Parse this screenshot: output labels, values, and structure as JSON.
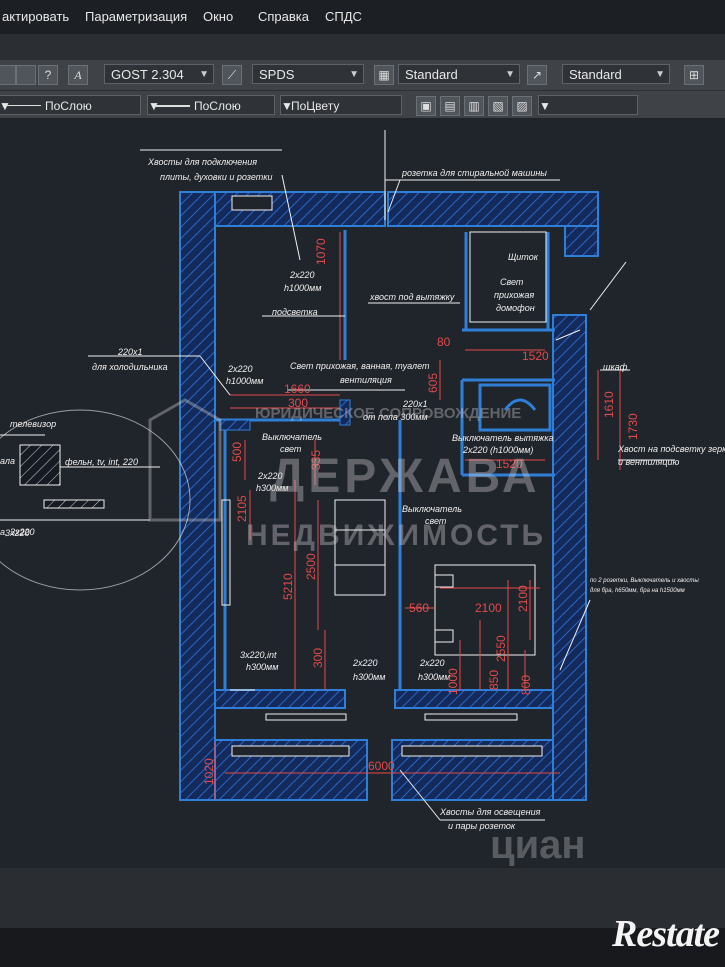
{
  "menu": {
    "items": [
      "актировать",
      "Параметризация",
      "Окно",
      "Справка",
      "СПДС"
    ]
  },
  "toolbar": {
    "text_style": "GOST 2.304",
    "dim_style": "SPDS",
    "table_style": "Standard",
    "multileader_style": "Standard",
    "linetype": "ПоСлою",
    "lineweight": "ПоСлою",
    "plot_style": "ПоЦвету",
    "help_glyph": "?",
    "text_glyph": "A"
  },
  "colors": {
    "wall_blue": "#2f7fd8",
    "wall_hatch": "#1a4ea8",
    "annotation_white": "#f0f0f0",
    "dimension_red": "#e34b4b",
    "background": "#20242b"
  },
  "drawing": {
    "labels": {
      "tails_stove": "Хвосты для подключения",
      "tails_stove_2": "плиты, духовки и розетки",
      "socket_washer": "розетка для стиральной машины",
      "panel": "Щиток",
      "light_hall": "Свет",
      "light_hall_2": "прихожая",
      "light_hall_3": "домофон",
      "hood_tail": "хвост под вытяжку",
      "backlight": "подсветка",
      "fridge": "220х1",
      "fridge_2": "для холодильника",
      "light_hall_bath": "Свет прихожая, ванная, туалет",
      "ventilation": "вентиляция",
      "wardrobe": "шкаф",
      "socket_1": "2х220",
      "socket_1_h": "h1000мм",
      "socket_2": "2х220",
      "socket_2_h": "h1000мм",
      "floor_220": "220х1",
      "floor_220_h": "от пола 300мм",
      "switch_light": "Выключатель",
      "switch_light_2": "свет",
      "switch_hood": "Выключатель вытяжка",
      "socket_bath": "2х220 (h1000мм)",
      "mirror_light": "Хвост на подсветку зеркала",
      "mirror_light_2": "и вентиляцию",
      "tv": "телевизор",
      "tv_2": "фельн, tv, int, 220",
      "tv_3": "3х220",
      "socket_3": "2х220",
      "socket_3_h": "h300мм",
      "switch_2": "Выключатель",
      "switch_2b": "свет",
      "socket_right": "по 2 розетки, Выключатель и хвосты",
      "socket_right_2": "для бра, h650мм, бра на h1500мм",
      "int_socket": "3х220,int",
      "int_socket_h": "h300мм",
      "socket_4": "2х220",
      "socket_4_h": "h300мм",
      "socket_5": "2х220",
      "socket_5_h": "h300мм",
      "tails_light": "Хвосты для освещения",
      "tails_light_2": "и пары розеток",
      "tv_left": "ала",
      "tv_left_2": "а, 3х220"
    },
    "dims": {
      "d1070": "1070",
      "d80": "80",
      "d1520a": "1520",
      "d1660": "1660",
      "d300": "300",
      "d605": "605",
      "d1610": "1610",
      "d1730": "1730",
      "d1520b": "1520",
      "d500": "500",
      "d2105": "2105",
      "d335": "335",
      "d5210": "5210",
      "d2500": "2500",
      "d560": "560",
      "d2100a": "2100",
      "d2100b": "2100",
      "d2550": "2550",
      "d300b": "300",
      "d1000": "1000",
      "d850": "850",
      "d800": "800",
      "d6000": "6000",
      "d1020": "1020"
    },
    "watermarks": {
      "agency_top": "ЮРИДИЧЕСКОЕ СОПРОВОЖДЕНИЕ",
      "agency_name": "ДЕРЖАВА",
      "agency_sub": "НЕДВИЖИМОСТЬ",
      "cian": "циан"
    }
  },
  "footer": {
    "logo": "Restate"
  }
}
